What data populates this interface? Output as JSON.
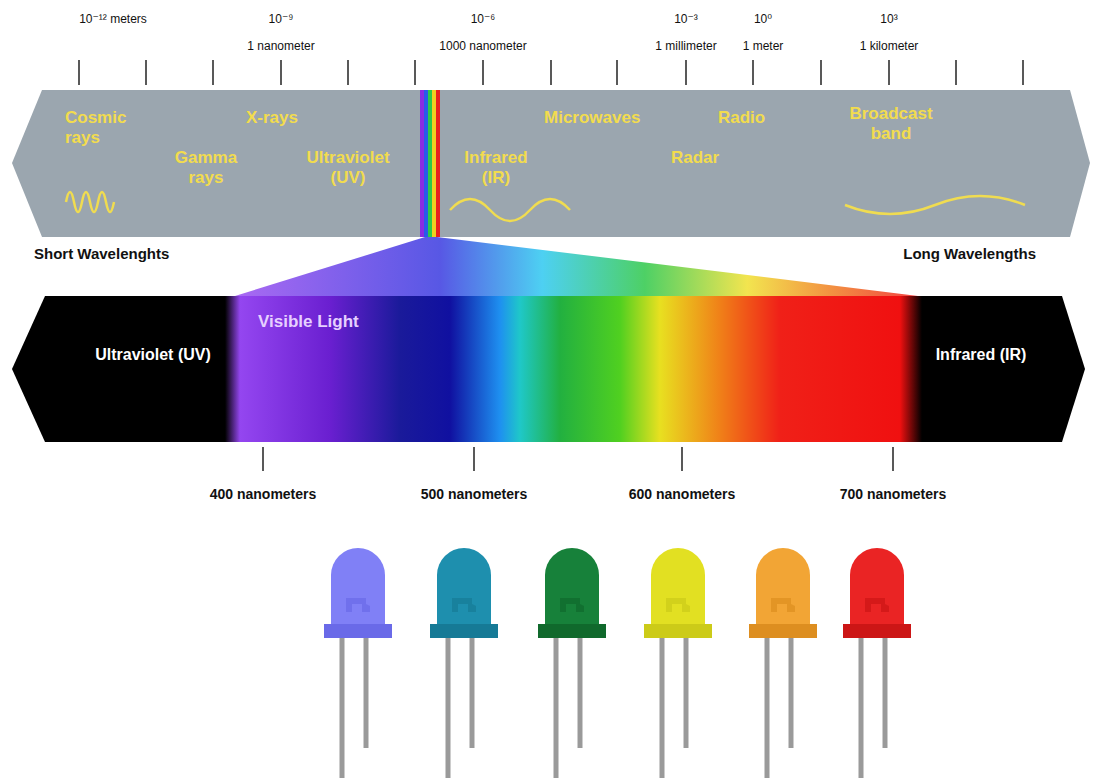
{
  "diagram": {
    "nodes": [
      {
        "text": [
          "Cosmic rays",
          "Gamma rays",
          "X-rays",
          "Ultraviolet (UV)",
          "Infrared (IR)",
          "Microwaves",
          "Radar",
          "Radio",
          "Broadcast band"
        ]
      },
      {
        "text": [
          "Ultraviolet (UV)",
          "Visible Light",
          "Infrared (IR)"
        ]
      }
    ],
    "labels": [
      "10⁻¹² meters",
      "10⁻⁹",
      "1 nanometer",
      "10⁻⁶",
      "1000 nanometer",
      "10⁻³",
      "1 millimeter",
      "10⁰",
      "1 meter",
      "10³",
      "1 kilometer",
      "Short Wavelenghts",
      "Long Wavelengths",
      "400 nanometers",
      "500 nanometers",
      "600 nanometers",
      "700 nanometers"
    ]
  }
}
